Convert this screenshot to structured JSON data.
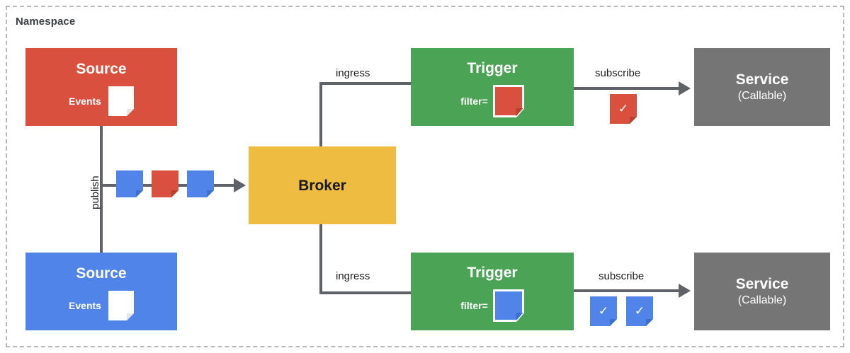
{
  "namespace": {
    "label": "Namespace"
  },
  "colors": {
    "red": "#d9513e",
    "blue": "#5084e8",
    "green": "#4ba355",
    "amber": "#efbc42",
    "gray": "#757575",
    "line": "#5f6368",
    "dashed_border": "#b8b8b8",
    "white": "#ffffff",
    "text_dark": "#202124"
  },
  "nodes": {
    "source_red": {
      "title": "Source",
      "events_label": "Events",
      "event_icon": "event-document-icon",
      "event_icon_color": "#ffffff"
    },
    "source_blue": {
      "title": "Source",
      "events_label": "Events",
      "event_icon": "event-document-icon",
      "event_icon_color": "#ffffff"
    },
    "broker": {
      "title": "Broker"
    },
    "trigger_top": {
      "title": "Trigger",
      "filter_label": "filter=",
      "filter_icon": "event-document-icon",
      "filter_icon_color": "#d9513e"
    },
    "trigger_bottom": {
      "title": "Trigger",
      "filter_label": "filter=",
      "filter_icon": "event-document-icon",
      "filter_icon_color": "#5084e8"
    },
    "service_top": {
      "title": "Service",
      "subtitle": "(Callable)"
    },
    "service_bottom": {
      "title": "Service",
      "subtitle": "(Callable)"
    }
  },
  "edges": {
    "publish": {
      "label": "publish"
    },
    "ingress_top": {
      "label": "ingress"
    },
    "ingress_bottom": {
      "label": "ingress"
    },
    "subscribe_top": {
      "label": "subscribe"
    },
    "subscribe_bottom": {
      "label": "subscribe"
    }
  },
  "stream": {
    "events": [
      {
        "name": "event-blue-1",
        "color": "#5084e8"
      },
      {
        "name": "event-red-1",
        "color": "#d9513e"
      },
      {
        "name": "event-blue-2",
        "color": "#5084e8"
      }
    ]
  },
  "delivered": {
    "top": [
      {
        "name": "delivered-event-red",
        "color": "#d9513e",
        "check": "✓"
      }
    ],
    "bottom": [
      {
        "name": "delivered-event-blue-1",
        "color": "#5084e8",
        "check": "✓"
      },
      {
        "name": "delivered-event-blue-2",
        "color": "#5084e8",
        "check": "✓"
      }
    ]
  }
}
